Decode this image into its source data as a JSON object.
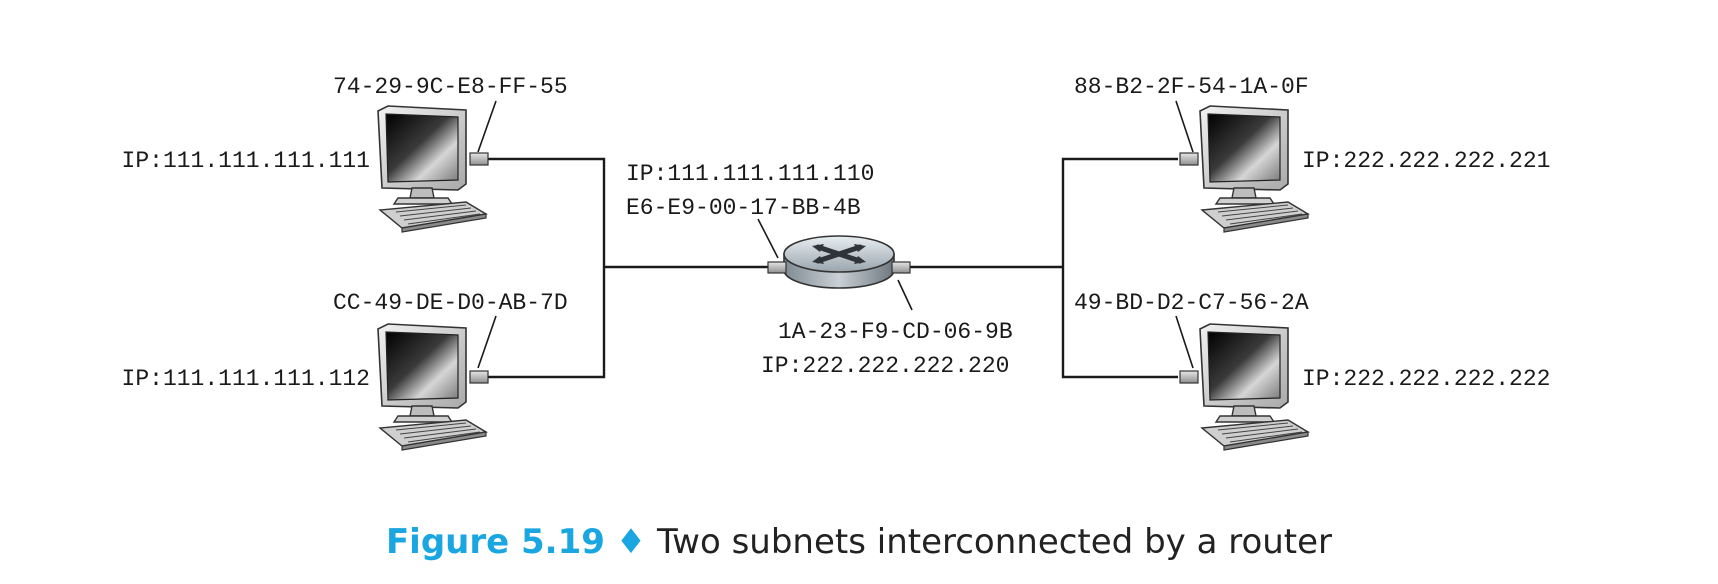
{
  "hosts": [
    {
      "ip": "IP:111.111.111.111",
      "mac": "74-29-9C-E8-FF-55"
    },
    {
      "ip": "IP:111.111.111.112",
      "mac": "CC-49-DE-D0-AB-7D"
    },
    {
      "ip": "IP:222.222.222.221",
      "mac": "88-B2-2F-54-1A-0F"
    },
    {
      "ip": "IP:222.222.222.222",
      "mac": "49-BD-D2-C7-56-2A"
    }
  ],
  "router": {
    "left_ip": "IP:111.111.111.110",
    "left_mac": "E6-E9-00-17-BB-4B",
    "right_mac": "1A-23-F9-CD-06-9B",
    "right_ip": "IP:222.222.222.220"
  },
  "caption": {
    "figure": "Figure 5.19",
    "separator": "♦",
    "text": "Two subnets interconnected by a router"
  },
  "colors": {
    "accent": "#1aa6e0",
    "line": "#1a1a1a"
  }
}
